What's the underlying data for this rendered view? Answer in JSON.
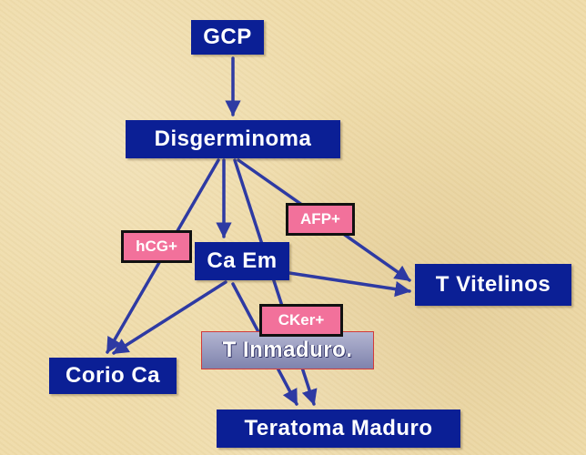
{
  "nodes": {
    "gcp": "GCP",
    "disgerminoma": "Disgerminoma",
    "ca_em": "Ca Em",
    "t_vitelinos": "T Vitelinos",
    "corio_ca": "Corio Ca",
    "t_inmaduro": "T Inmaduro.",
    "teratoma_maduro": "Teratoma Maduro"
  },
  "markers": {
    "hcg": "hCG+",
    "afp": "AFP+",
    "cker": "CKer+"
  },
  "edges": [
    {
      "from": "GCP",
      "to": "Disgerminoma"
    },
    {
      "from": "Disgerminoma",
      "to": "Ca Em"
    },
    {
      "from": "Disgerminoma",
      "to": "Corio Ca"
    },
    {
      "from": "Disgerminoma",
      "to": "T Vitelinos"
    },
    {
      "from": "Disgerminoma",
      "to": "Teratoma Maduro"
    },
    {
      "from": "Ca Em",
      "to": "T Vitelinos"
    },
    {
      "from": "Ca Em",
      "to": "Corio Ca"
    },
    {
      "from": "Ca Em",
      "to": "Teratoma Maduro"
    }
  ],
  "colors": {
    "node_fill": "#0b1f95",
    "marker_fill": "#f2719b",
    "arrow": "#2e3aa3",
    "background": "#efdcaa"
  }
}
